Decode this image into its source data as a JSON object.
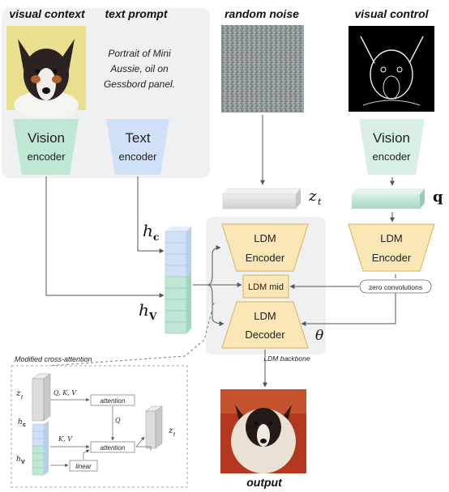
{
  "headings": {
    "visual_context": "visual context",
    "text_prompt": "text prompt",
    "random_noise": "random noise",
    "visual_control": "visual control",
    "output": "output"
  },
  "prompt_text": [
    "Portrait of Mini",
    "Aussie, oil on",
    "Gessbord panel."
  ],
  "encoders": {
    "vision_context": {
      "title": "Vision",
      "subtitle": "encoder"
    },
    "text": {
      "title": "Text",
      "subtitle": "encoder"
    },
    "vision_control": {
      "title": "Vision",
      "subtitle": "encoder"
    }
  },
  "symbols": {
    "z": "z",
    "t": "t",
    "q": "q",
    "h": "h",
    "c": "c",
    "v": "V",
    "theta": "θ"
  },
  "ldm": {
    "encoder": [
      "LDM",
      "Encoder"
    ],
    "mid": "LDM mid",
    "decoder": [
      "LDM",
      "Decoder"
    ],
    "control_encoder": [
      "LDM",
      "Encoder"
    ],
    "zero_conv": "zero convolutions",
    "backbone": "LDM backbone"
  },
  "inset": {
    "title": "Modified cross-attention",
    "qkv": "Q, K, V",
    "attention1": "attention",
    "q": "Q",
    "kv": "K, V",
    "attention2": "attention",
    "linear": "linear"
  },
  "colors": {
    "green": "#bfe7d3",
    "blue": "#cfe0f7",
    "yellow": "#fbe7b5",
    "yellow_stroke": "#d9b25e",
    "panel": "#eef0f1",
    "gray_block": "#dcdcdc"
  }
}
